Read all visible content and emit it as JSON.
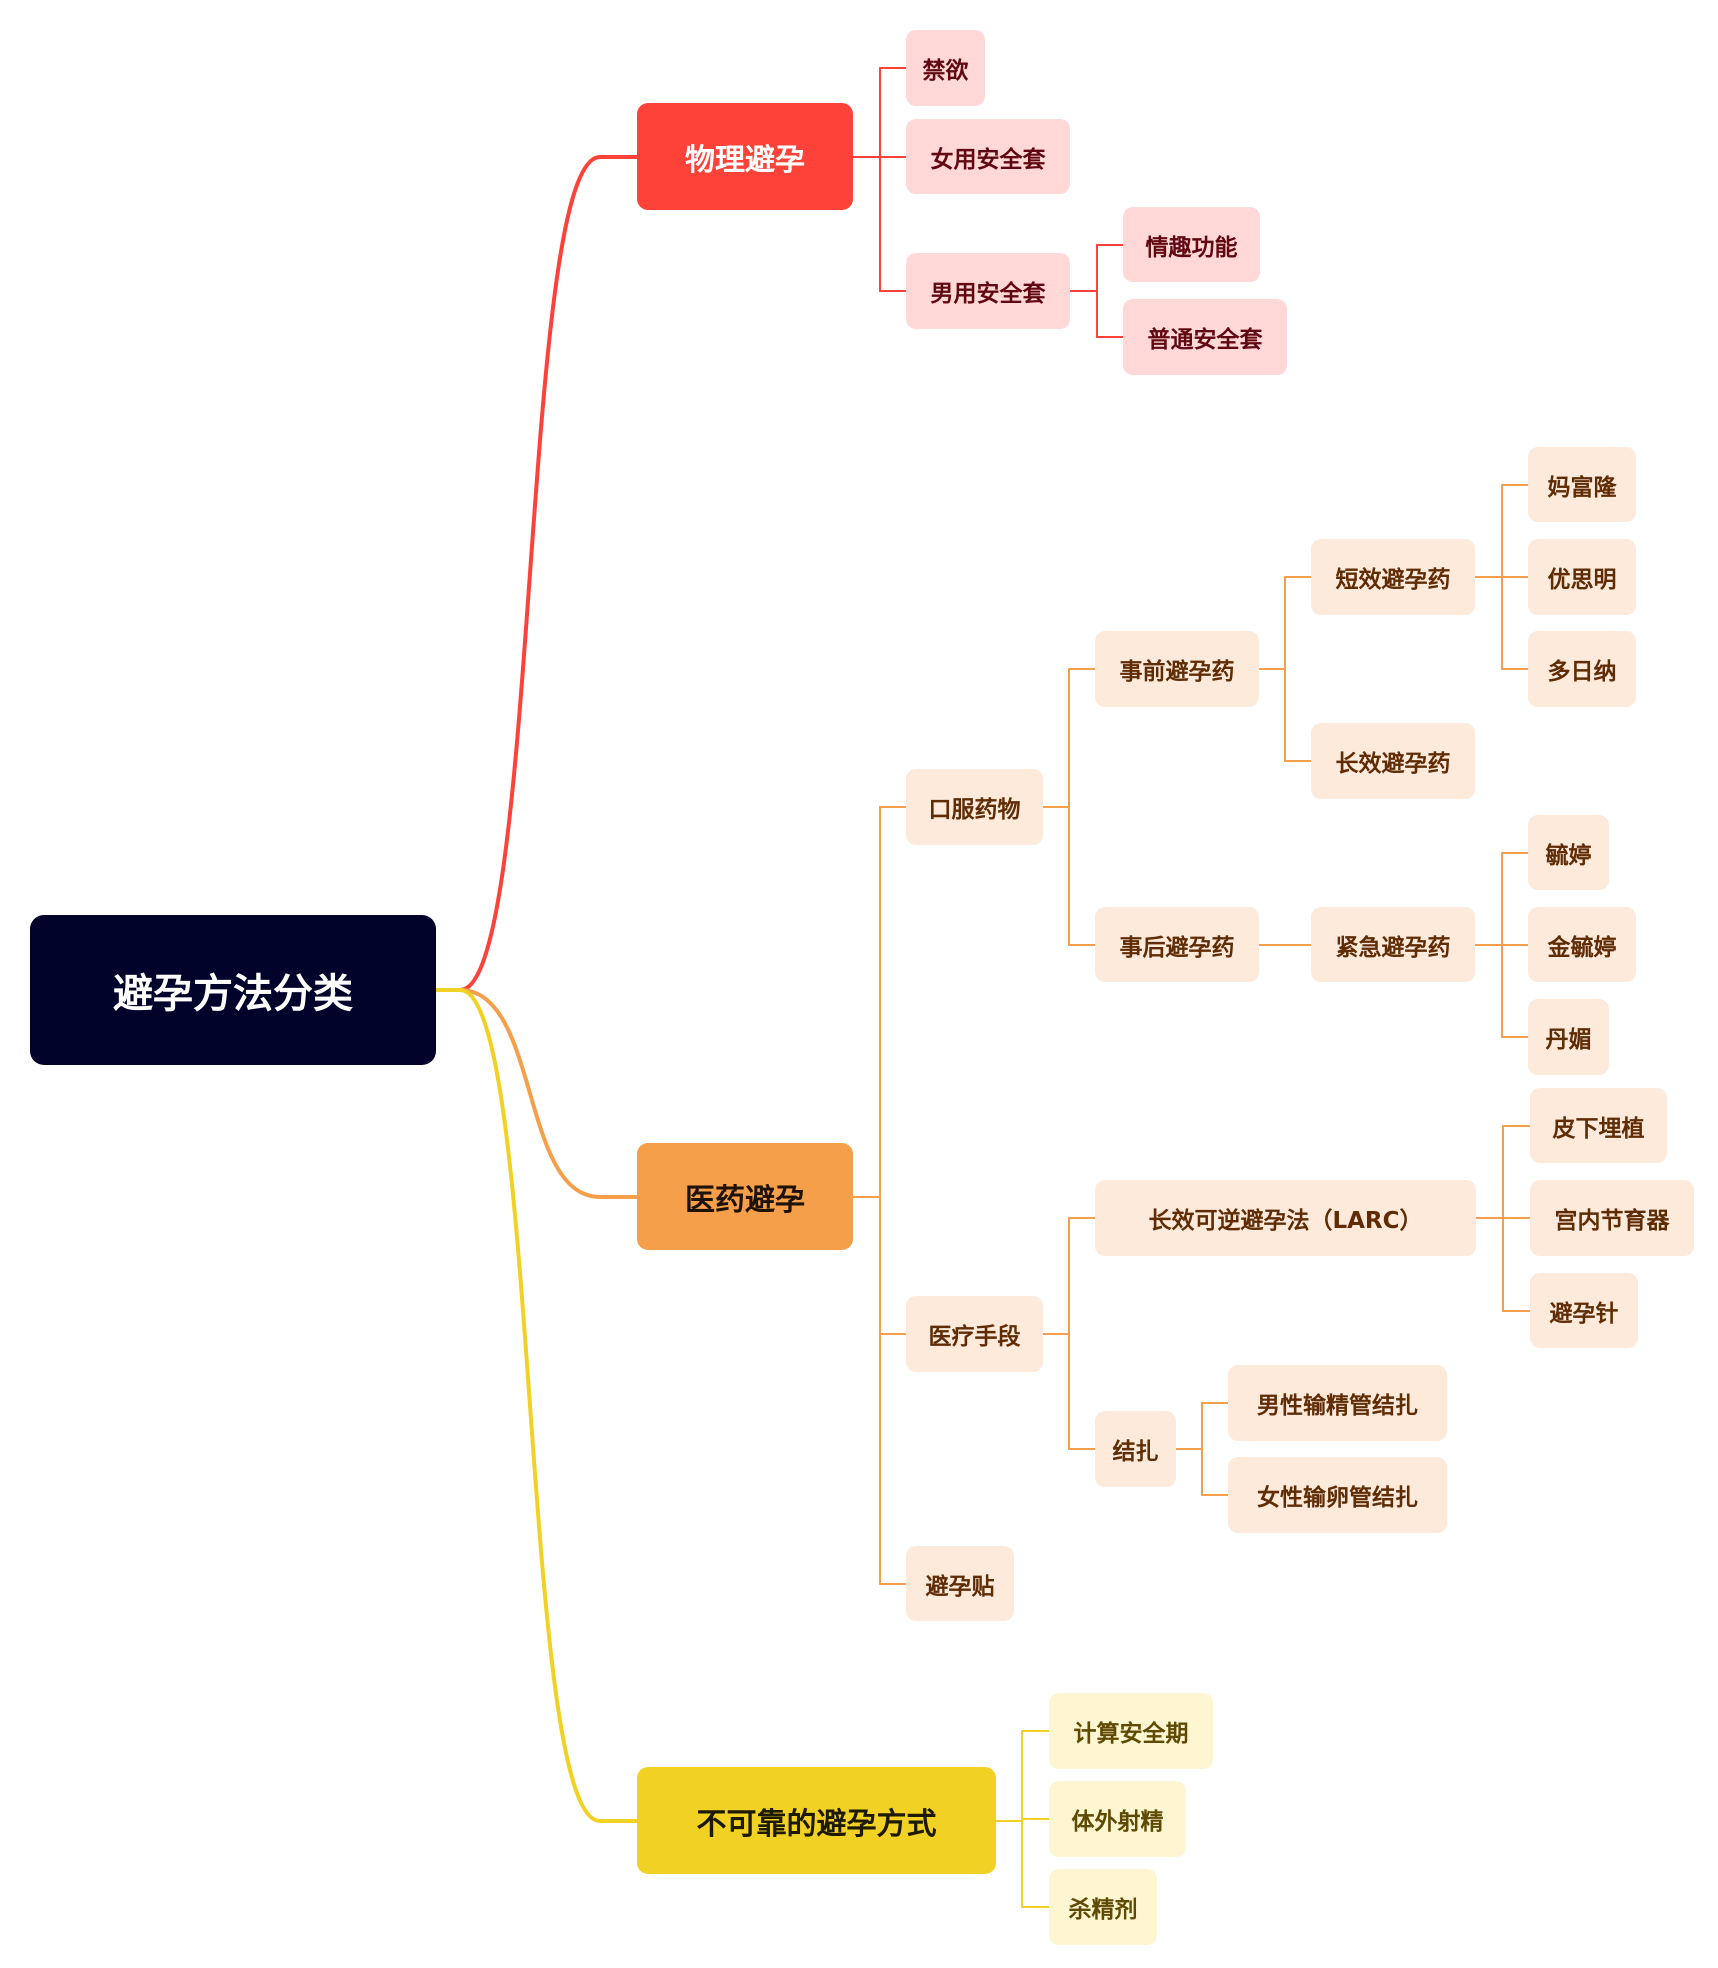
{
  "colors": {
    "root": "#01032a",
    "physical": "#fd4339",
    "medical": "#f59f4a",
    "unreliable": "#f1d224",
    "physical_child": "#ffd8d7",
    "medical_child": "#fdeadb",
    "unreliable_child": "#fdf6d0"
  },
  "root": {
    "label": "避孕方法分类"
  },
  "physical": {
    "label": "物理避孕",
    "abstinence": "禁欲",
    "female_condom": "女用安全套",
    "male_condom": {
      "label": "男用安全套",
      "fun": "情趣功能",
      "normal": "普通安全套"
    }
  },
  "medical": {
    "label": "医药避孕",
    "oral": {
      "label": "口服药物",
      "before": {
        "label": "事前避孕药",
        "short": {
          "label": "短效避孕药",
          "items": [
            "妈富隆",
            "优思明",
            "多日纳"
          ]
        },
        "long": "长效避孕药"
      },
      "after": {
        "label": "事后避孕药",
        "emergency": {
          "label": "紧急避孕药",
          "items": [
            "毓婷",
            "金毓婷",
            "丹媚"
          ]
        }
      }
    },
    "procedures": {
      "label": "医疗手段",
      "larc": {
        "label": "长效可逆避孕法（LARC）",
        "items": [
          "皮下埋植",
          "宫内节育器",
          "避孕针"
        ]
      },
      "ligation": {
        "label": "结扎",
        "items": [
          "男性输精管结扎",
          "女性输卵管结扎"
        ]
      }
    },
    "patch": "避孕贴"
  },
  "unreliable": {
    "label": "不可靠的避孕方式",
    "items": [
      "计算安全期",
      "体外射精",
      "杀精剂"
    ]
  }
}
